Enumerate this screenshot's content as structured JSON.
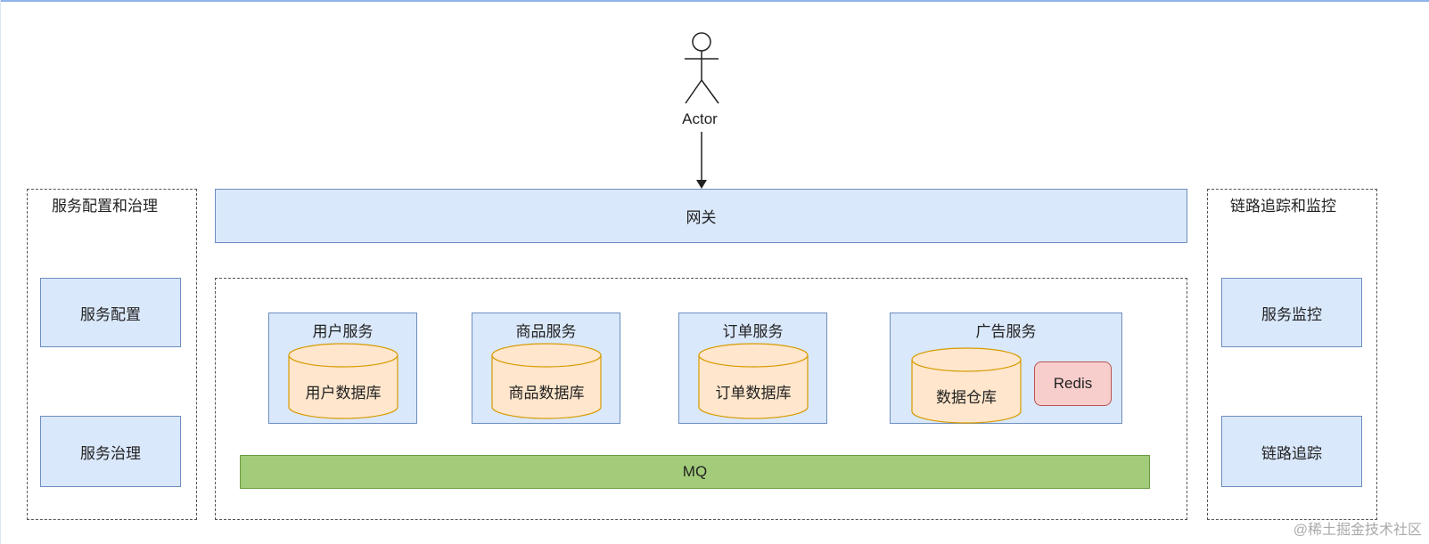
{
  "actor": {
    "label": "Actor"
  },
  "gateway": {
    "label": "网关"
  },
  "left_group": {
    "title": "服务配置和治理",
    "items": [
      {
        "label": "服务配置"
      },
      {
        "label": "服务治理"
      }
    ]
  },
  "right_group": {
    "title": "链路追踪和监控",
    "items": [
      {
        "label": "服务监控"
      },
      {
        "label": "链路追踪"
      }
    ]
  },
  "services": [
    {
      "title": "用户服务",
      "db": "用户数据库"
    },
    {
      "title": "商品服务",
      "db": "商品数据库"
    },
    {
      "title": "订单服务",
      "db": "订单数据库"
    },
    {
      "title": "广告服务",
      "db": "数据仓库",
      "cache": "Redis"
    }
  ],
  "mq": {
    "label": "MQ"
  },
  "watermark": "@稀土掘金技术社区",
  "colors": {
    "service_fill": "#dae8fc",
    "service_stroke": "#6c8ebf",
    "db_fill": "#ffe6cc",
    "db_stroke": "#d79b00",
    "redis_fill": "#f8cecc",
    "mq_fill": "#a3cc7a"
  }
}
